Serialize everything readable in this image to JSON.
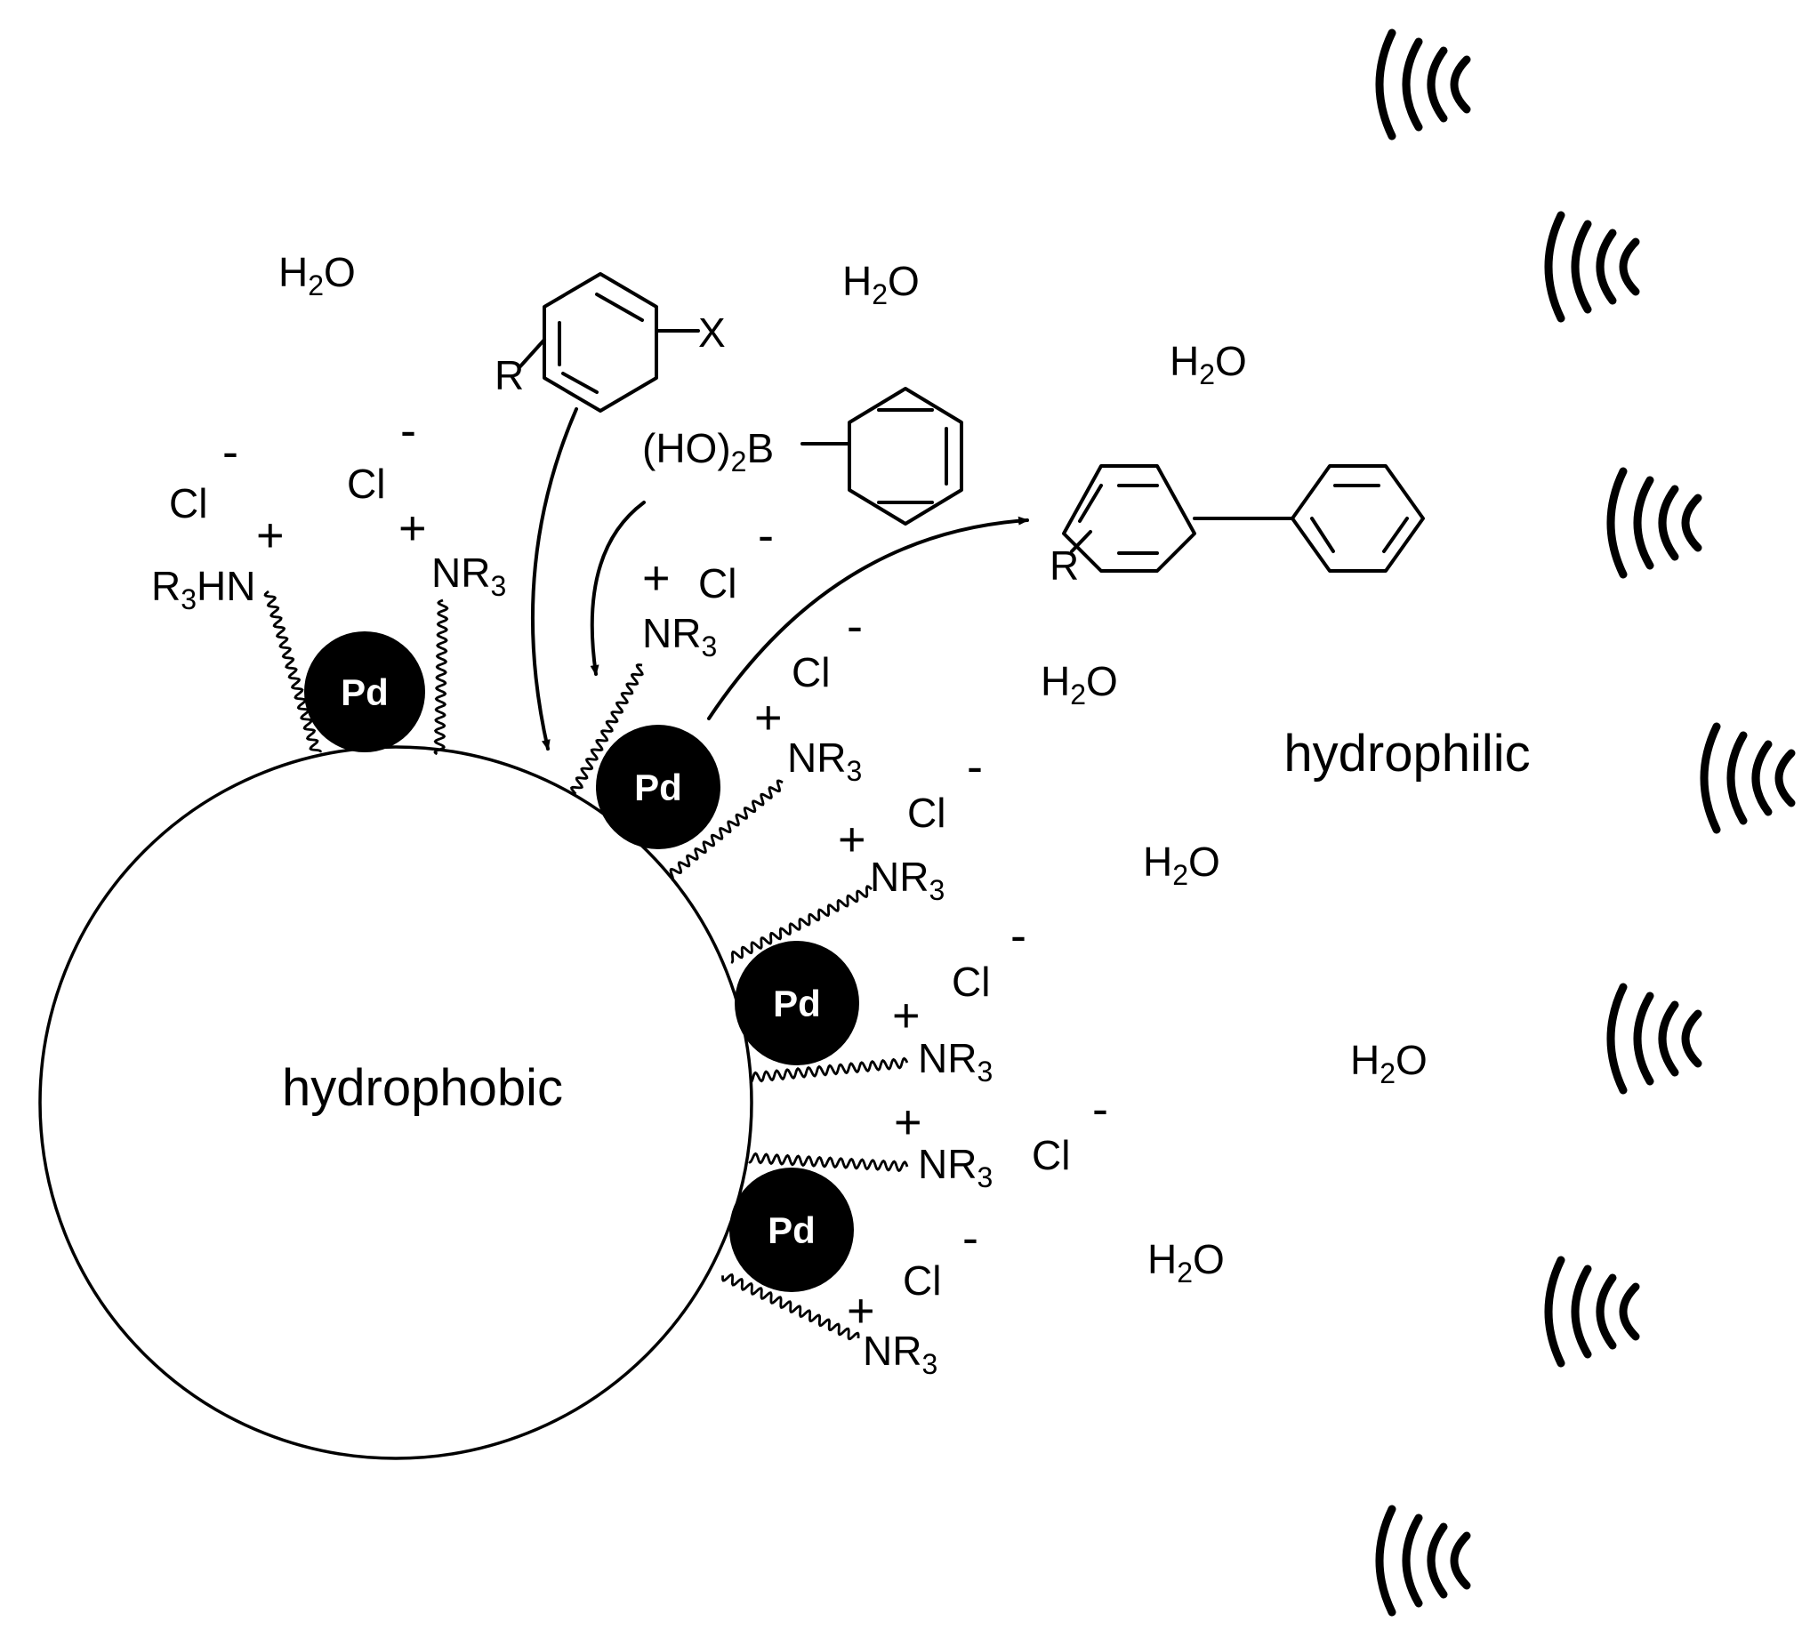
{
  "labels": {
    "water": "H",
    "water_sub": "2",
    "water_tail": "O",
    "pd": "Pd",
    "hydrophobic": "hydrophobic",
    "hydrophilic": "hydrophilic",
    "chloride": "Cl",
    "minus": "-",
    "plus": "+",
    "ammonium_n": "NR",
    "ammonium_sub": "3",
    "ammonium_h_pre": "R",
    "ammonium_h_sub": "3",
    "ammonium_h_post": "HN",
    "substituent_r": "R",
    "halide_x": "X",
    "boronic_pre": "(HO)",
    "boronic_sub": "2",
    "boronic_post": "B"
  },
  "colors": {
    "line": "#000000",
    "pd_fill": "#000000",
    "pd_text": "#ffffff",
    "background": "#ffffff"
  }
}
